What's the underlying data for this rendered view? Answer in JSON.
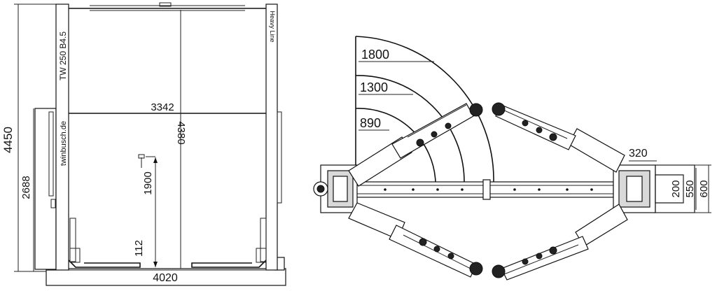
{
  "front_view": {
    "dims": {
      "overall_height": "4450",
      "lower_height": "2688",
      "inner_width": "3342",
      "inner_height": "4380",
      "lift_height": "1900",
      "min_height": "112",
      "base_width": "4020"
    },
    "column_left_text": "TW 250 B4.5",
    "column_left_brand": "twinbusch.de",
    "column_right_text": "Heavy Line"
  },
  "top_view": {
    "radii": [
      "1800",
      "1300",
      "890"
    ],
    "dims": {
      "arm_offset": "320",
      "base_depth_inner": "200",
      "base_depth_mid": "550",
      "base_depth_outer": "600"
    }
  }
}
